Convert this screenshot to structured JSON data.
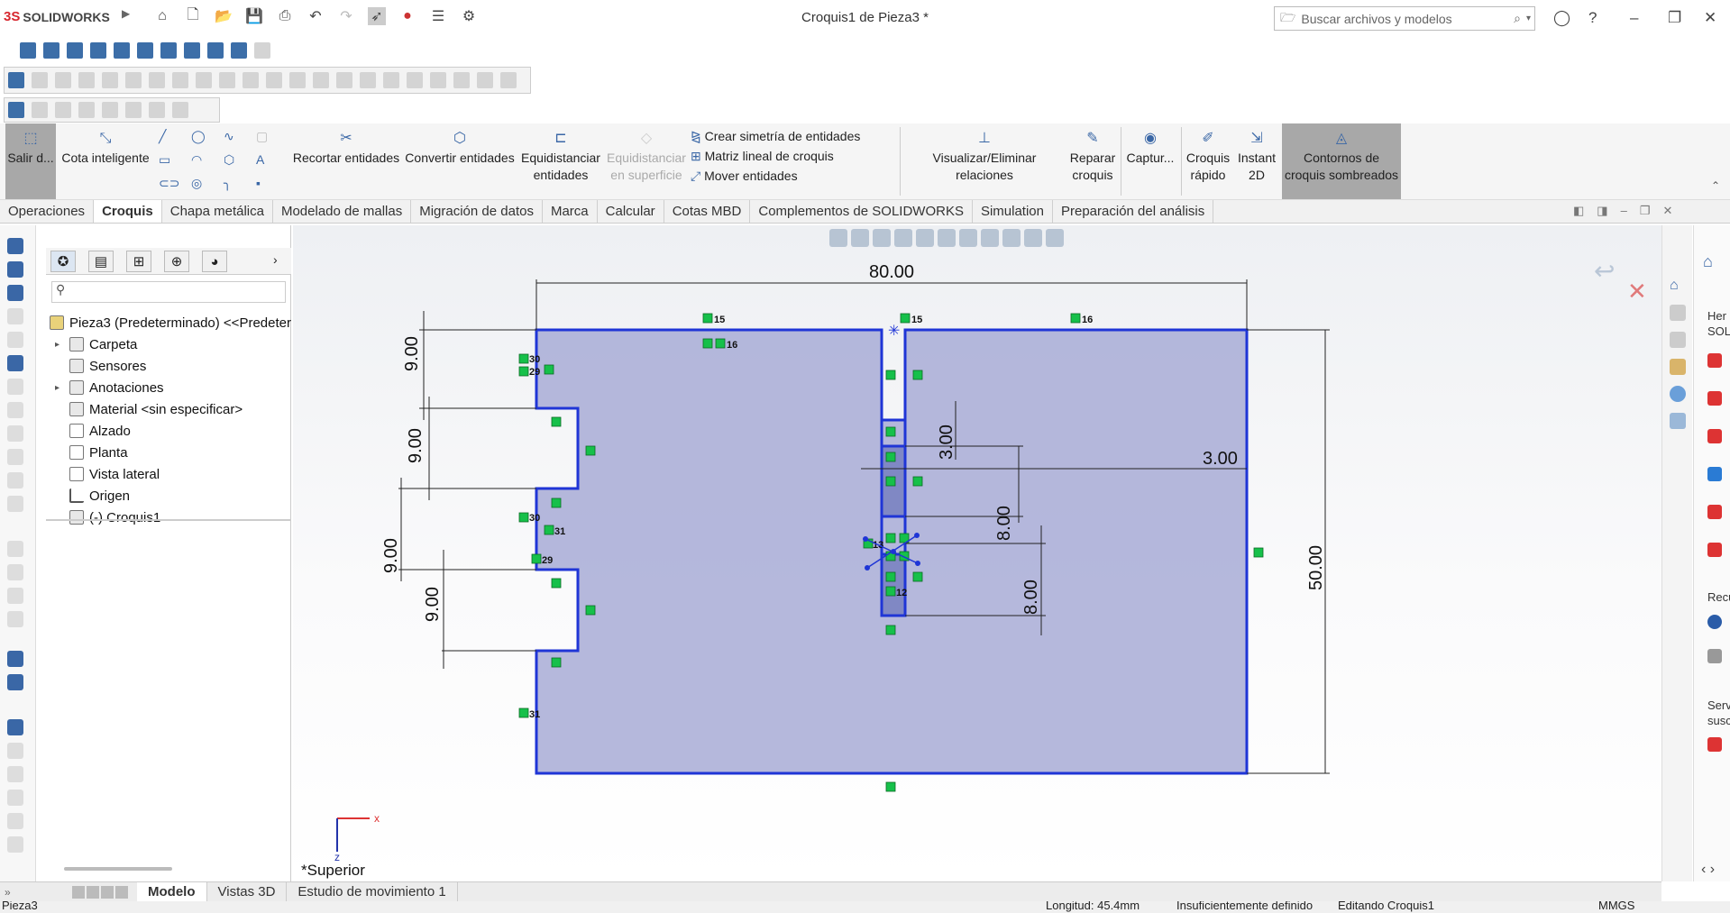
{
  "app": {
    "brand_prefix": "3S",
    "brand": "SOLIDWORKS",
    "document_title": "Croquis1 de Pieza3 *"
  },
  "search": {
    "placeholder": "Buscar archivos y modelos"
  },
  "ribbon": {
    "exit_sketch": "Salir d...",
    "smart_dimension": "Cota inteligente",
    "trim": "Recortar entidades",
    "convert": "Convertir entidades",
    "offset_line1": "Equidistanciar",
    "offset_line2": "entidades",
    "offset_surface_line1": "Equidistanciar",
    "offset_surface_line2": "en superficie",
    "mirror": "Crear simetría de entidades",
    "linear_pattern": "Matriz lineal de croquis",
    "move": "Mover entidades",
    "relations": "Visualizar/Eliminar relaciones",
    "repair_line1": "Reparar",
    "repair_line2": "croquis",
    "capture": "Captur...",
    "quick_line1": "Croquis",
    "quick_line2": "rápido",
    "instant_line1": "Instant",
    "instant_line2": "2D",
    "shaded_line1": "Contornos de",
    "shaded_line2": "croquis sombreados"
  },
  "tabs": [
    "Operaciones",
    "Croquis",
    "Chapa metálica",
    "Modelado de mallas",
    "Migración de datos",
    "Marca",
    "Calcular",
    "Cotas MBD",
    "Complementos de SOLIDWORKS",
    "Simulation",
    "Preparación del análisis"
  ],
  "tree": {
    "root": "Pieza3 (Predeterminado) <<Predeter",
    "items": [
      "Carpeta",
      "Sensores",
      "Anotaciones",
      "Material <sin especificar>",
      "Alzado",
      "Planta",
      "Vista lateral",
      "Origen",
      "(-) Croquis1"
    ]
  },
  "dimensions": {
    "width": "80.00",
    "height": "50.00",
    "slot1": "9.00",
    "slot2": "9.00",
    "slot3": "9.00",
    "slot4": "9.00",
    "gap": "3.00",
    "offset": "3.00",
    "h1": "8.00",
    "h2": "8.00"
  },
  "relations": [
    "15",
    "15",
    "16",
    "16",
    "30",
    "29",
    "30",
    "31",
    "29",
    "31",
    "13",
    "12"
  ],
  "view_label": "*Superior",
  "triad": {
    "x": "x",
    "z": "z"
  },
  "right_panel": {
    "t1": "Her",
    "t2": "SOLI",
    "t3": "Recu",
    "t4": "Serv",
    "t5": "susc"
  },
  "bottom_tabs": [
    "Modelo",
    "Vistas 3D",
    "Estudio de movimiento 1"
  ],
  "status": {
    "left": "Pieza3",
    "length": "Longitud: 45.4mm",
    "state": "Insuficientemente definido",
    "editing": "Editando Croquis1",
    "units": "MMGS"
  },
  "colors": {
    "sketch_fill": "#a8abd6",
    "sketch_line": "#1f35d6",
    "relation": "#16c04a"
  }
}
